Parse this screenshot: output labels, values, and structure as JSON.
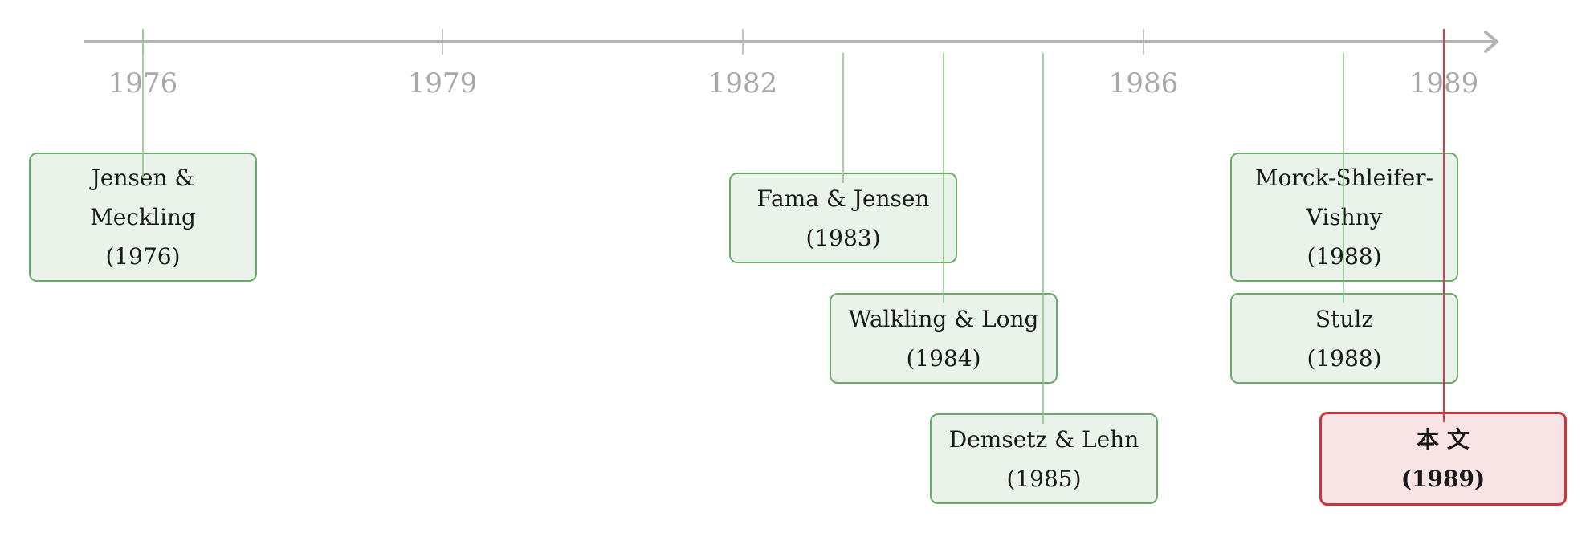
{
  "timeline": {
    "years": [
      "1976",
      "1979",
      "1982",
      "1986",
      "1989"
    ],
    "axis_color": "#b4b4b4",
    "label_color": "#a8a8a8"
  },
  "events": [
    {
      "id": "jensen-meckling",
      "lines": [
        "Jensen &",
        "Meckling",
        "(1976)"
      ],
      "highlight": false
    },
    {
      "id": "fama-jensen",
      "lines": [
        "Fama & Jensen",
        "(1983)"
      ],
      "highlight": false
    },
    {
      "id": "walkling-long",
      "lines": [
        "Walkling & Long",
        "(1984)"
      ],
      "highlight": false
    },
    {
      "id": "demsetz-lehn",
      "lines": [
        "Demsetz & Lehn",
        "(1985)"
      ],
      "highlight": false
    },
    {
      "id": "morck-shleifer-vishny",
      "lines": [
        "Morck-Shleifer-",
        "Vishny",
        "(1988)"
      ],
      "highlight": false
    },
    {
      "id": "stulz",
      "lines": [
        "Stulz",
        "(1988)"
      ],
      "highlight": false
    },
    {
      "id": "this-paper",
      "lines": [
        "本 文",
        "(1989)"
      ],
      "highlight": true
    }
  ],
  "colors": {
    "event_fill": "#e9f3e9",
    "event_border": "#6aaa6a",
    "event_connector": "#8fc48f",
    "highlight_fill": "#f8e3e5",
    "highlight_border": "#d0323c",
    "highlight_connector": "#d93a44"
  }
}
